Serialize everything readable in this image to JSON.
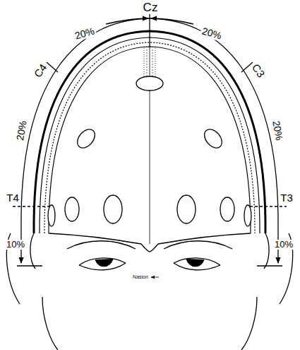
{
  "diagram": {
    "labels": [
      "Cz",
      "20%",
      "20%",
      "C4",
      "C3",
      "20%",
      "20%",
      "T4",
      "T3",
      "10%",
      "10%",
      "Nasion"
    ]
  }
}
